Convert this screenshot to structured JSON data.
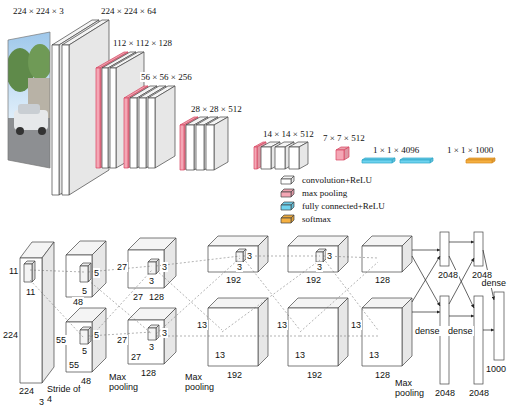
{
  "diagram": {
    "labels": [
      "224 × 224 × 3",
      "224 × 224 × 64",
      "112 × 112 × 128",
      "56 × 56 × 256",
      "28 × 28 × 512",
      "14 × 14 × 512",
      "7 × 7 × 512",
      "1 × 1 × 4096",
      "1 × 1 × 1000",
      "11",
      "11",
      "224",
      "224",
      "Stride of 4",
      "3",
      "55",
      "55",
      "5",
      "5",
      "5",
      "5",
      "48",
      "48",
      "Max pooling",
      "27",
      "3",
      "3",
      "27",
      "128",
      "27",
      "3",
      "3",
      "27",
      "128",
      "Max pooling",
      "3",
      "3",
      "192",
      "13",
      "13",
      "192",
      "3",
      "3",
      "192",
      "13",
      "13",
      "192",
      "128",
      "13",
      "13",
      "128",
      "Max pooling",
      "2048",
      "2048",
      "dense",
      "dense",
      "2048",
      "2048",
      "dense",
      "1000"
    ],
    "legend": [
      {
        "text": "convolution+ReLU",
        "color": "#ffffff"
      },
      {
        "text": "max pooling",
        "color": "#f4a7b5"
      },
      {
        "text": "fully connected+ReLU",
        "color": "#6fd3ef"
      },
      {
        "text": "softmax",
        "color": "#f5b041"
      }
    ]
  }
}
